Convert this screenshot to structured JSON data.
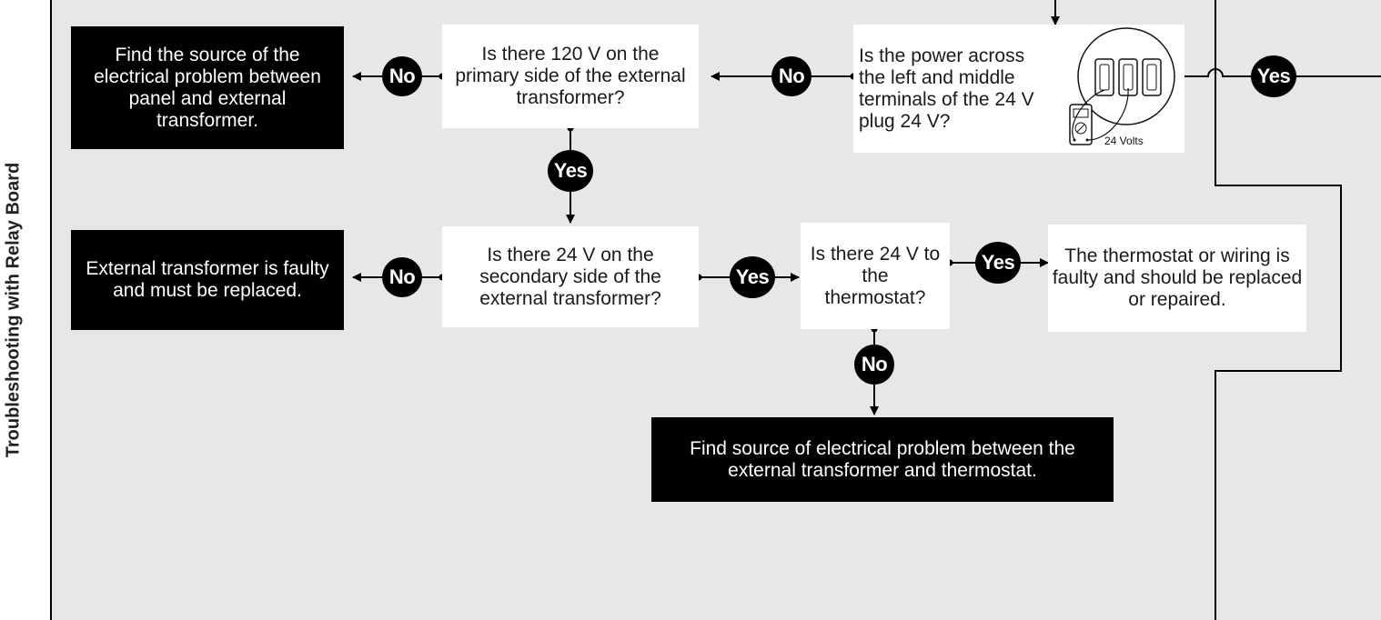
{
  "side_title": "Troubleshooting with Relay Board",
  "nodes": {
    "find_source_panel": "Find the source of the electrical problem between panel and external transformer.",
    "q_120v_primary": "Is there 120 V on the primary side of the external transformer?",
    "q_power_plug": "Is the power across the left and middle terminals of the 24 V plug 24 V?",
    "transformer_faulty": "External transformer is faulty and must be replaced.",
    "q_24v_secondary": "Is there 24 V on the secondary side of the external transformer?",
    "q_24v_thermostat": "Is there 24 V to the thermostat?",
    "thermostat_faulty": "The thermostat or wiring is faulty and should be replaced or repaired.",
    "find_source_thermostat": "Find source of electrical problem between the external transformer and thermostat."
  },
  "labels": {
    "yes": "Yes",
    "no": "No",
    "meter_reading": "24 Volts"
  },
  "colors": {
    "background": "#e6e7e8",
    "line": "#000000",
    "dark_box": "#000000",
    "light_box": "#ffffff"
  },
  "icons": [
    "multimeter-icon",
    "outlet-icon"
  ]
}
